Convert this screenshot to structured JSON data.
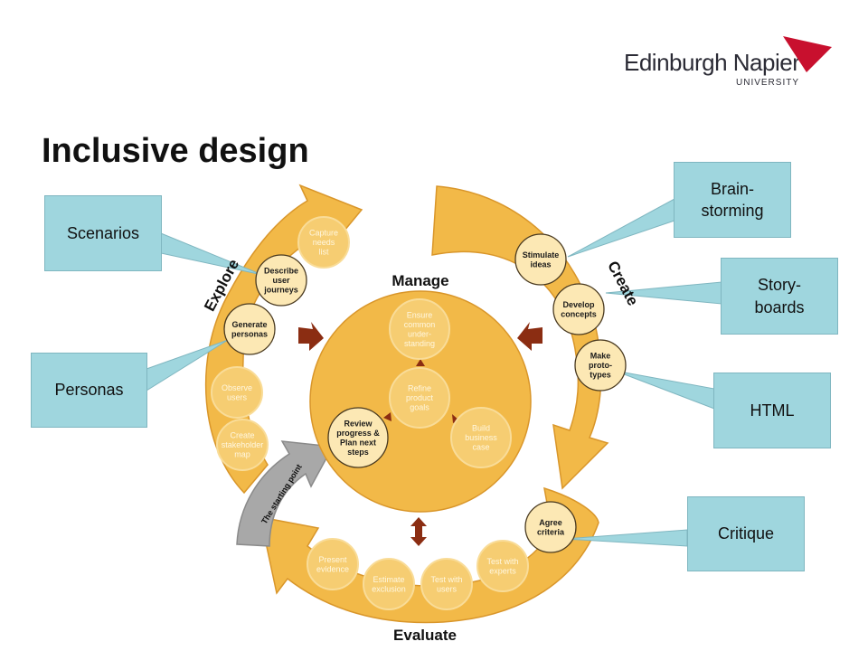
{
  "title": "Inclusive design",
  "logo": {
    "name": "Edinburgh Napier",
    "sub": "UNIVERSITY",
    "accent_color": "#c8102e"
  },
  "colors": {
    "orange": "#f2b948",
    "orange_dark": "#d9962a",
    "node_fill": "#fce8b4",
    "callout": "#9fd6de",
    "arrow_brown": "#8b2d12",
    "start_gray": "#a8a8a8"
  },
  "phases": {
    "explore": "Explore",
    "create": "Create",
    "evaluate": "Evaluate",
    "manage": "Manage",
    "starting_point": "The starting point"
  },
  "nodes": {
    "capture": [
      "Capture",
      "needs",
      "list"
    ],
    "describe": [
      "Describe",
      "user",
      "journeys"
    ],
    "generate": [
      "Generate",
      "personas"
    ],
    "observe": [
      "Observe",
      "users"
    ],
    "stakeholder": [
      "Create",
      "stakeholder",
      "map"
    ],
    "stimulate": [
      "Stimulate",
      "ideas"
    ],
    "develop": [
      "Develop",
      "concepts"
    ],
    "prototypes": [
      "Make",
      "proto-",
      "types"
    ],
    "agree": [
      "Agree",
      "criteria"
    ],
    "test_experts": [
      "Test with",
      "experts"
    ],
    "test_users": [
      "Test with",
      "users"
    ],
    "estimate": [
      "Estimate",
      "exclusion"
    ],
    "present": [
      "Present",
      "evidence"
    ],
    "ensure": [
      "Ensure",
      "common",
      "under-",
      "standing"
    ],
    "refine": [
      "Refine",
      "product",
      "goals"
    ],
    "build": [
      "Build",
      "business",
      "case"
    ],
    "review": [
      "Review",
      "progress &",
      "Plan next",
      "steps"
    ]
  },
  "callouts": {
    "scenarios": "Scenarios",
    "personas": "Personas",
    "brainstorming": "Brain-\nstorming",
    "storyboards": "Story-\nboards",
    "html": "HTML",
    "critique": "Critique"
  }
}
